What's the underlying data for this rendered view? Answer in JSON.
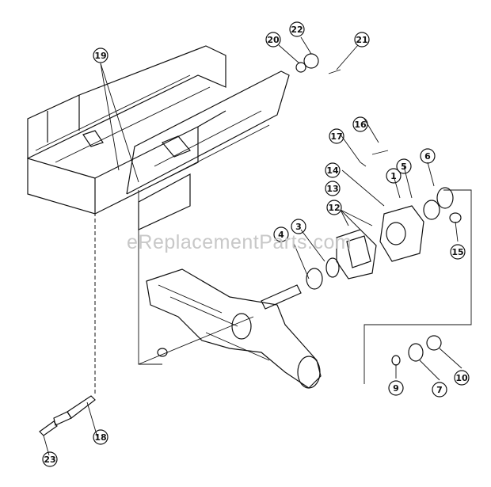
{
  "watermark": "eReplacementParts.com",
  "colors": {
    "ink": "#111111",
    "paper": "#ffffff",
    "watermark": "#c8c8c8"
  },
  "callouts": [
    {
      "label": "1"
    },
    {
      "label": "3"
    },
    {
      "label": "4"
    },
    {
      "label": "5"
    },
    {
      "label": "6"
    },
    {
      "label": "7"
    },
    {
      "label": "9"
    },
    {
      "label": "10"
    },
    {
      "label": "12"
    },
    {
      "label": "13"
    },
    {
      "label": "14"
    },
    {
      "label": "15"
    },
    {
      "label": "16"
    },
    {
      "label": "17"
    },
    {
      "label": "18"
    },
    {
      "label": "19"
    },
    {
      "label": "20"
    },
    {
      "label": "21"
    },
    {
      "label": "22"
    },
    {
      "label": "23"
    }
  ]
}
